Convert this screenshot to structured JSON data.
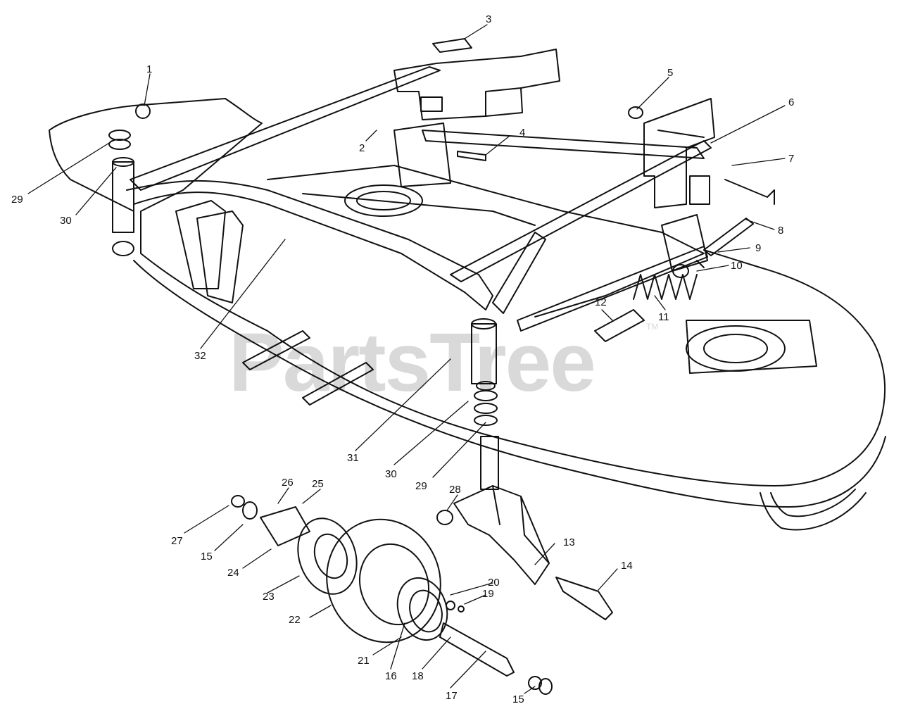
{
  "watermark": {
    "text": "PartsTree",
    "tm": "TM"
  },
  "labels": [
    {
      "id": "1",
      "text": "1"
    },
    {
      "id": "2",
      "text": "2"
    },
    {
      "id": "3",
      "text": "3"
    },
    {
      "id": "4",
      "text": "4"
    },
    {
      "id": "5",
      "text": "5"
    },
    {
      "id": "6",
      "text": "6"
    },
    {
      "id": "7",
      "text": "7"
    },
    {
      "id": "8",
      "text": "8"
    },
    {
      "id": "9",
      "text": "9"
    },
    {
      "id": "10",
      "text": "10"
    },
    {
      "id": "11",
      "text": "11"
    },
    {
      "id": "12",
      "text": "12"
    },
    {
      "id": "13",
      "text": "13"
    },
    {
      "id": "14",
      "text": "14"
    },
    {
      "id": "15a",
      "text": "15"
    },
    {
      "id": "15b",
      "text": "15"
    },
    {
      "id": "16",
      "text": "16"
    },
    {
      "id": "17",
      "text": "17"
    },
    {
      "id": "18",
      "text": "18"
    },
    {
      "id": "19",
      "text": "19"
    },
    {
      "id": "20",
      "text": "20"
    },
    {
      "id": "21",
      "text": "21"
    },
    {
      "id": "22",
      "text": "22"
    },
    {
      "id": "23",
      "text": "23"
    },
    {
      "id": "24",
      "text": "24"
    },
    {
      "id": "25",
      "text": "25"
    },
    {
      "id": "26",
      "text": "26"
    },
    {
      "id": "27",
      "text": "27"
    },
    {
      "id": "28",
      "text": "28"
    },
    {
      "id": "29a",
      "text": "29"
    },
    {
      "id": "29b",
      "text": "29"
    },
    {
      "id": "30a",
      "text": "30"
    },
    {
      "id": "30b",
      "text": "30"
    },
    {
      "id": "31",
      "text": "31"
    },
    {
      "id": "32",
      "text": "32"
    }
  ]
}
